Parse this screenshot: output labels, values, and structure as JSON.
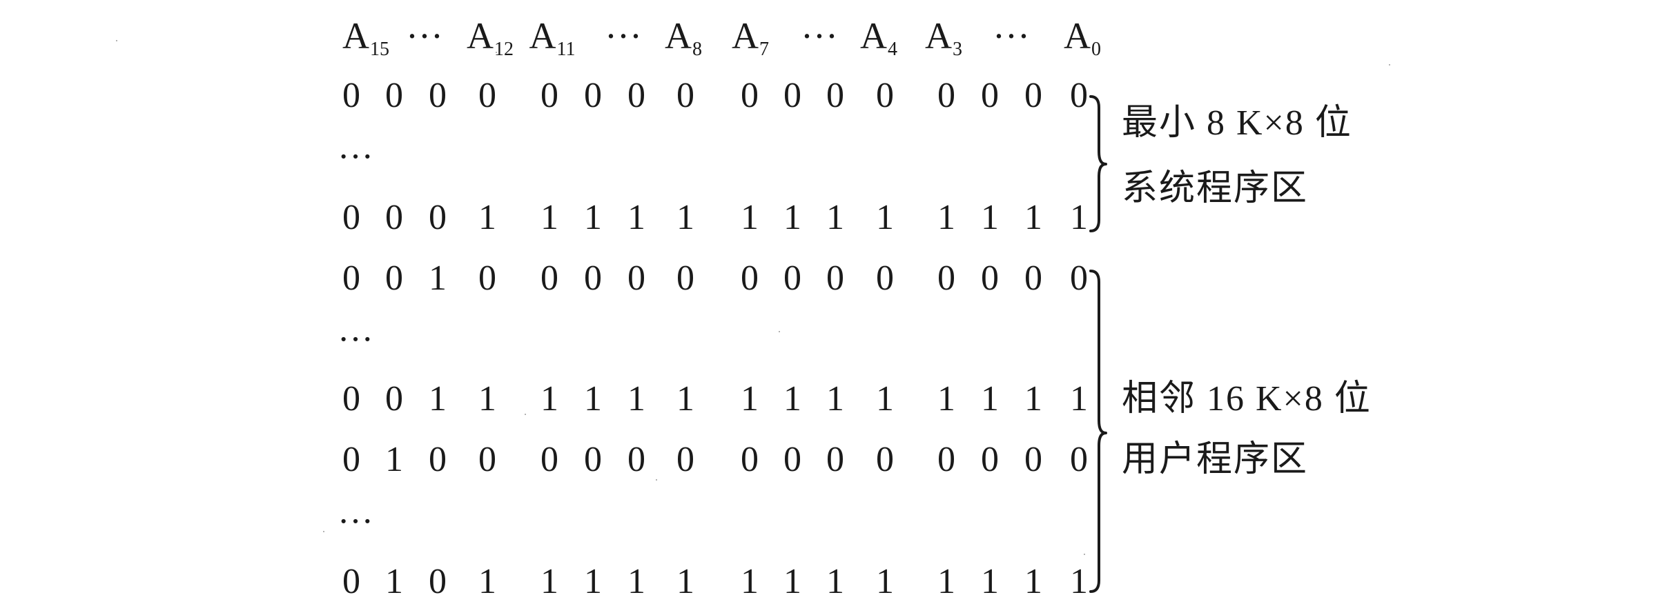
{
  "header": [
    {
      "letter": "A",
      "sub": "15"
    },
    {
      "text": "···"
    },
    {
      "letter": "A",
      "sub": "12"
    },
    {
      "letter": "A",
      "sub": "11"
    },
    {
      "text": "···"
    },
    {
      "letter": "A",
      "sub": "8"
    },
    {
      "letter": "A",
      "sub": "7"
    },
    {
      "text": "···"
    },
    {
      "letter": "A",
      "sub": "4"
    },
    {
      "letter": "A",
      "sub": "3"
    },
    {
      "text": "···"
    },
    {
      "letter": "A",
      "sub": "0"
    }
  ],
  "rows": [
    {
      "bits": "0000000000000000"
    },
    {
      "ellipsis": "···"
    },
    {
      "bits": "0001111111111111"
    },
    {
      "bits": "0010000000000000"
    },
    {
      "ellipsis": "···"
    },
    {
      "bits": "0011111111111111"
    },
    {
      "bits": "0100000000000000"
    },
    {
      "ellipsis": "···"
    },
    {
      "bits": "0101111111111111"
    }
  ],
  "regions": [
    {
      "line1": "最小 8 K×8 位",
      "line2": "系统程序区"
    },
    {
      "line1": "相邻 16 K×8 位",
      "line2": "用户程序区"
    }
  ]
}
